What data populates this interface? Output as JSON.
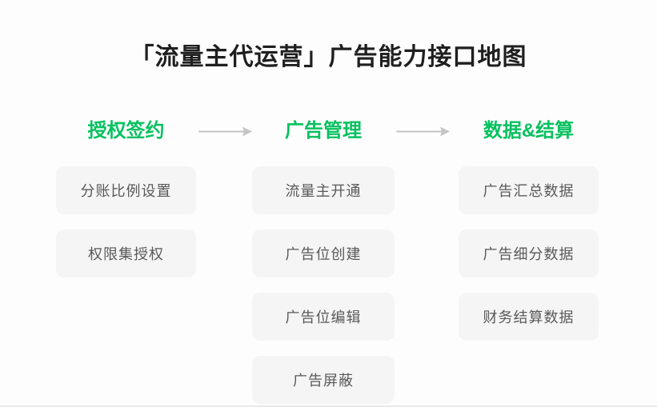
{
  "title": "「流量主代运营」广告能力接口地图",
  "colors": {
    "accent_green": "#07c160",
    "box_background": "#f5f5f5",
    "box_text": "#595959",
    "arrow": "#c5c5c5",
    "title_text": "#1f1f1f"
  },
  "flow": {
    "columns": [
      {
        "header": "授权签约",
        "items": [
          "分账比例设置",
          "权限集授权"
        ]
      },
      {
        "header": "广告管理",
        "items": [
          "流量主开通",
          "广告位创建",
          "广告位编辑",
          "广告屏蔽"
        ]
      },
      {
        "header": "数据&结算",
        "items": [
          "广告汇总数据",
          "广告细分数据",
          "财务结算数据"
        ]
      }
    ],
    "arrow_count": 2
  }
}
